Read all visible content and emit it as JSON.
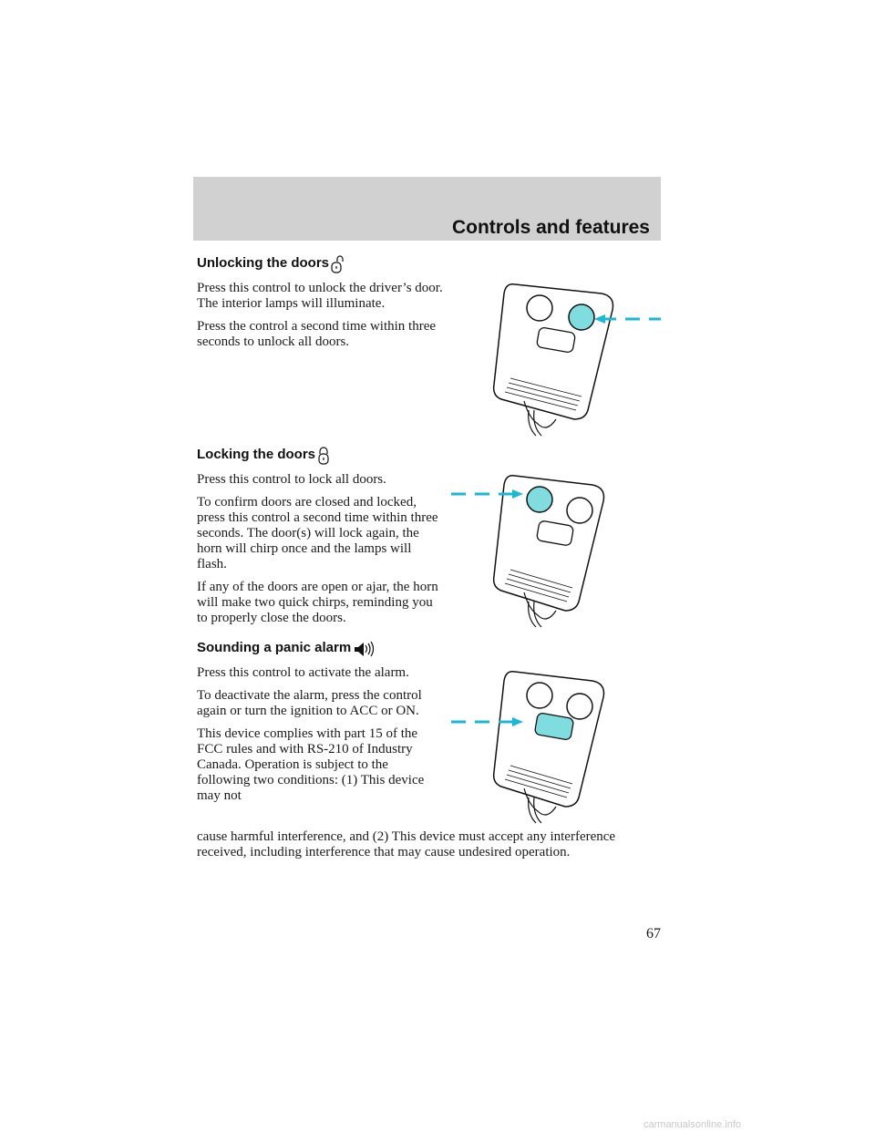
{
  "header": {
    "title": "Controls and features"
  },
  "sections": [
    {
      "heading": "Unlocking the doors",
      "icon": "unlock-icon",
      "paragraphs": [
        "Press this control to unlock the driver’s door. The interior lamps will illuminate.",
        "Press the control a second time within three seconds to unlock all doors."
      ]
    },
    {
      "heading": "Locking the doors",
      "icon": "lock-icon",
      "paragraphs": [
        "Press this control to lock all doors.",
        "To confirm doors are closed and locked, press this control a second time within three seconds. The door(s) will lock again, the horn will chirp once and the lamps will flash.",
        "If any of the doors are open or ajar, the horn will make two quick chirps, reminding you to properly close the doors."
      ]
    },
    {
      "heading": "Sounding a panic alarm",
      "icon": "panic-horn-icon",
      "paragraphs": [
        "Press this control to activate the alarm.",
        "To deactivate the alarm, press the control again or turn the ignition to ACC or ON.",
        "This device complies with part 15 of the FCC rules and with RS-210 of Industry Canada. Operation is subject to the following two conditions: (1) This device may not"
      ],
      "continuation": "cause harmful interference, and (2) This device must accept any interference received, including interference that may cause undesired operation."
    }
  ],
  "page_number": "67",
  "watermark": "carmanualsonline.info",
  "colors": {
    "highlight": "#7fdde0",
    "arrow": "#1ab8d6",
    "header_band": "#d1d1d1"
  }
}
